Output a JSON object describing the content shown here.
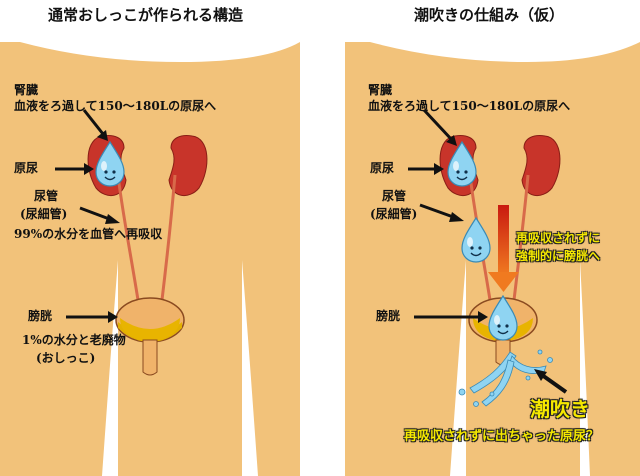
{
  "left_panel": {
    "title": "通常おしっこが作られる構造",
    "kidney_label": "腎臓",
    "kidney_desc": "血液をろ過して150～180Lの原尿へ",
    "genyo_label": "原尿",
    "ureter_label": "尿管",
    "ureter_sub": "(尿細管)",
    "ureter_desc": "99%の水分を血管へ再吸収",
    "bladder_label": "膀胱",
    "bladder_desc1": "1%の水分と老廃物",
    "bladder_desc2": "(おしっこ)"
  },
  "right_panel": {
    "title": "潮吹きの仕組み（仮）",
    "kidney_label": "腎臓",
    "kidney_desc": "血液をろ過して150～180Lの原尿へ",
    "genyo_label": "原尿",
    "ureter_label": "尿管",
    "ureter_sub": "(尿細管)",
    "forced_line1": "再吸収されずに",
    "forced_line2": "強制的に膀胱へ",
    "bladder_label": "膀胱",
    "squirt_label": "潮吹き",
    "squirt_desc": "再吸収されずに出ちゃった原尿？"
  },
  "colors": {
    "skin": "#f2c27a",
    "kidney": "#c8342a",
    "bladder": "#f0b36a",
    "urine": "#e2b000",
    "drop": "#8fd4f2",
    "arrow_red": "#e03018"
  }
}
